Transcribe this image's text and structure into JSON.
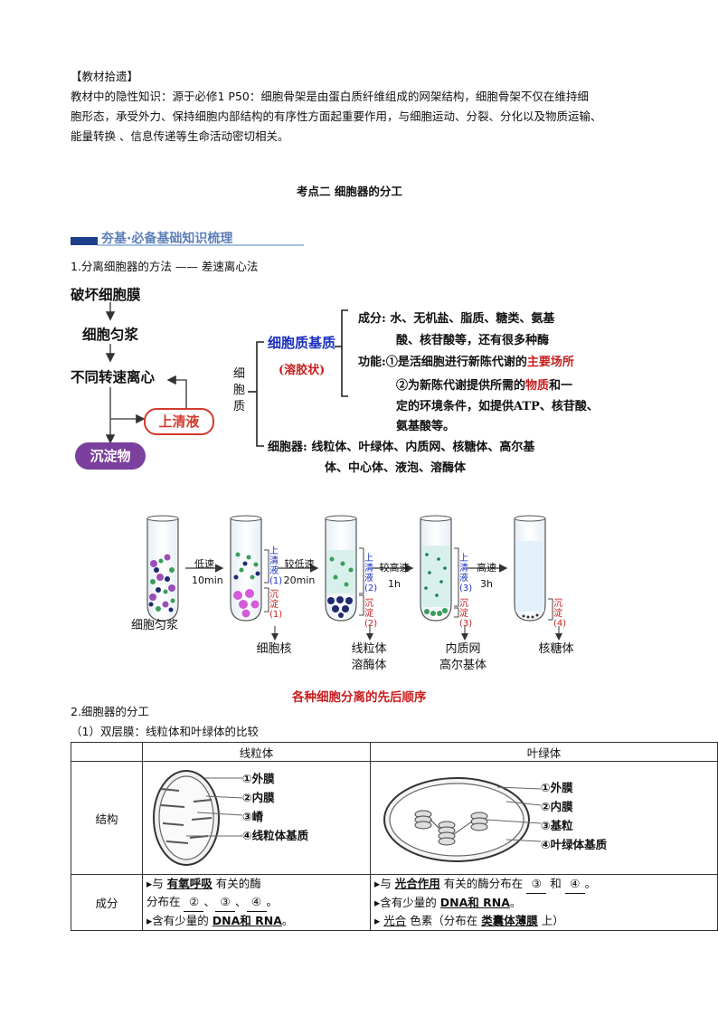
{
  "supplement": {
    "heading": "【教材拾遗】",
    "line1": "教材中的隐性知识：源于必修1 P50：细胞骨架是由蛋白质纤维组成的网架结构，细胞骨架不仅在维持细",
    "line2": "胞形态，承受外力、保持细胞内部结构的有序性方面起重要作用，与细胞运动、分裂、分化以及物质运输、",
    "line3": "能量转换 、信息传递等生命活动密切相关。"
  },
  "section_title": "考点二   细胞器的分工",
  "banner": "夯基·必备基础知识梳理",
  "method": {
    "label": "1.分离细胞器的方法 —— 差速离心法"
  },
  "flow": {
    "step1": "破坏细胞膜",
    "step2": "细胞匀浆",
    "step3": "不同转速离心",
    "supernatant": "上清液",
    "sediment": "沉淀物"
  },
  "cytoplasm": {
    "label": "细胞质",
    "matrix": "细胞质基质",
    "matrix_note": "(溶胶状)",
    "comp_label": "成分:",
    "comp_line1": "水、无机盐、脂质、糖类、氨基",
    "comp_line2": "酸、核苷酸等，还有很多种酶",
    "func_label": "功能:",
    "func1_prefix": "①是活细胞进行新陈代谢的",
    "func1_key": "主要场所",
    "func2_prefix": "②为新陈代谢提供所需的",
    "func2_key": "物质",
    "func2_suffix": "和一",
    "func2_line2": "定的环境条件，如提供ATP、核苷酸、",
    "func2_line3": "氨基酸等。",
    "organelle_label": "细胞器:",
    "organelle_line1": "线粒体、叶绿体、内质网、核糖体、高尔基",
    "organelle_line2": "体、中心体、液泡、溶酶体"
  },
  "tubes": {
    "homogenate": "细胞匀浆",
    "steps": [
      {
        "speed": "低速",
        "time": "10min"
      },
      {
        "speed": "较低速",
        "time": "20min"
      },
      {
        "speed": "较高速",
        "time": "1h"
      },
      {
        "speed": "高速",
        "time": "3h"
      }
    ],
    "supernatant_labels": [
      "上\n清\n液\n(1)",
      "上\n清\n液\n(2)",
      "上\n清\n液\n(3)"
    ],
    "sediment_labels": [
      "沉\n淀\n(1)",
      "沉\n淀\n(2)",
      "沉\n淀\n(3)",
      "沉\n淀\n(4)"
    ],
    "products": [
      "细胞核",
      "线粒体\n溶酶体",
      "内质网\n高尔基体",
      "核糖体"
    ],
    "caption": "各种细胞分离的先后顺序"
  },
  "division": {
    "title": "2.细胞器的分工",
    "subtitle": "（1）双层膜：线粒体和叶绿体的比较"
  },
  "table": {
    "headers": [
      "",
      "线粒体",
      "叶绿体"
    ],
    "row1_label": "结构",
    "row2_label": "成分",
    "mito_labels": [
      "①外膜",
      "②内膜",
      "③嵴",
      "④线粒体基质"
    ],
    "chloro_labels": [
      "①外膜",
      "②内膜",
      "③基粒",
      "④叶绿体基质"
    ],
    "mito_comp": {
      "l1_a": "▸与 ",
      "l1_ans": "有氧呼吸",
      "l1_b": " 有关的酶",
      "l2_a": "分布在 ",
      "l2_ans1": "②",
      "l2_sep1": "、",
      "l2_ans2": "③",
      "l2_sep2": "、",
      "l2_ans3": "④",
      "l2_end": "。",
      "l3_a": "▸含有少量的 ",
      "l3_ans": "DNA和 RNA",
      "l3_end": "。"
    },
    "chloro_comp": {
      "l1_a": "▸与 ",
      "l1_ans": "光合作用",
      "l1_b": " 有关的酶分布在 ",
      "l1_ans2": "③",
      "l1_c": " 和 ",
      "l1_ans3": "④",
      "l1_end": "。",
      "l2_a": "▸含有少量的 ",
      "l2_ans": "DNA和 RNA",
      "l2_end": "。",
      "l3_a": "▸ ",
      "l3_ans": "光合",
      "l3_b": " 色素（分布在 ",
      "l3_ans2": "类囊体薄膜",
      "l3_end": " 上）"
    }
  }
}
